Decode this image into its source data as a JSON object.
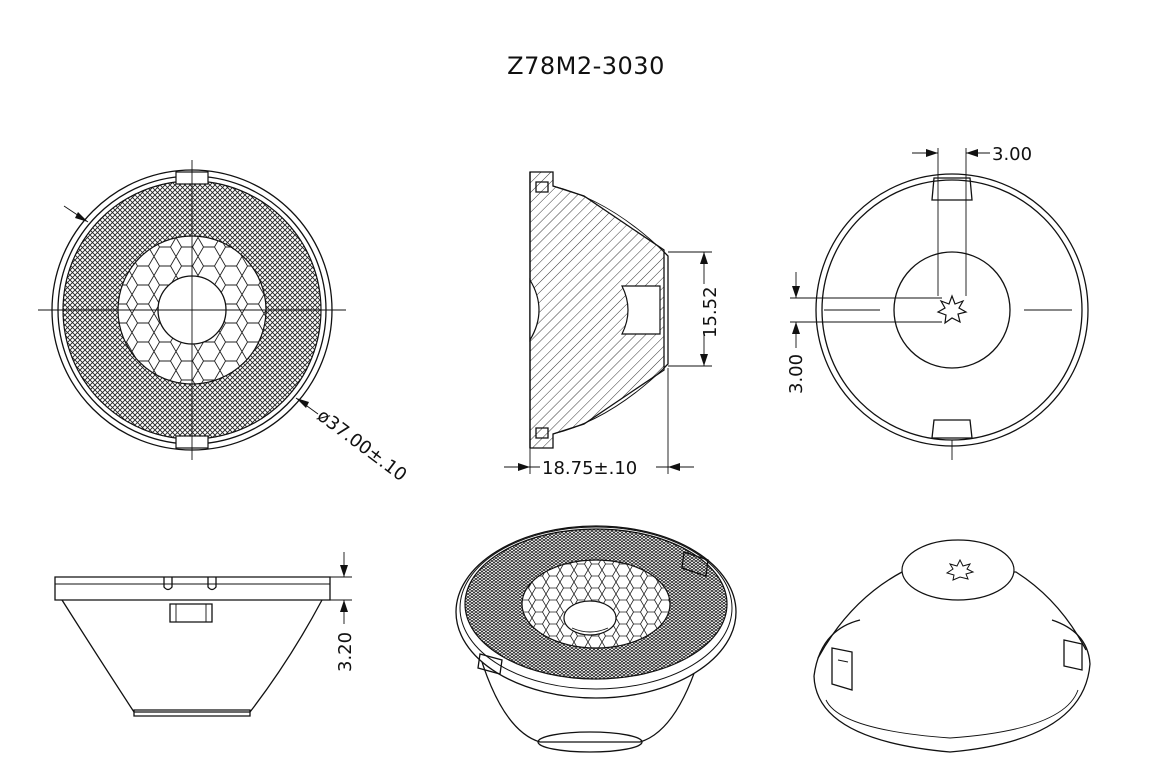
{
  "title": "Z78M2-3030",
  "dimensions": {
    "diameter": "ø37.00±.10",
    "height": "18.75±.10",
    "inner_height": "15.52",
    "slot_width_top": "3.00",
    "slot_width_side": "3.00",
    "flange_thickness": "3.20"
  }
}
